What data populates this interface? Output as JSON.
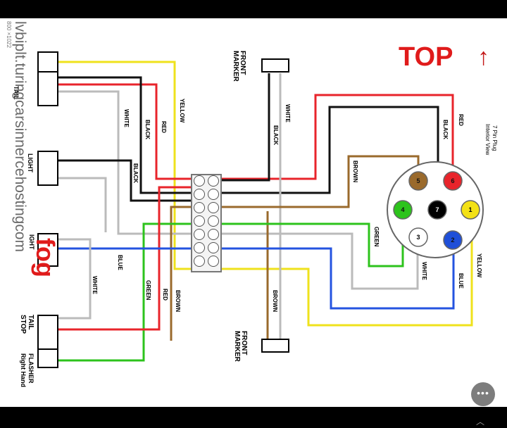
{
  "overlay": {
    "top_label": "TOP",
    "top_arrow": "↑",
    "fog_label": "fog",
    "watermark_main": "lvbiplt.turingcarsinnercehostingcom",
    "watermark_size": "800 ×1022"
  },
  "diagram": {
    "plug_title_line1": "7 Pin Plug",
    "plug_title_line2": "Interior View",
    "labels": {
      "tail": "TAIL",
      "light": "LIGHT",
      "ight": "IGHT",
      "stop": "STOP",
      "tail2": "TAIL",
      "flasher_line1": "Right Hand",
      "flasher_line2": "FLASHER",
      "front_marker_1": "FRONT",
      "front_marker_2": "MARKER",
      "front_marker_b1": "FRONT",
      "front_marker_b2": "MARKER"
    },
    "wires": {
      "white": "WHITE",
      "black": "BLACK",
      "red": "RED",
      "yellow": "YELLOW",
      "brown": "BROWN",
      "green": "GREEN",
      "blue": "BLUE"
    },
    "pins": [
      {
        "n": "6",
        "color": "#e8242b"
      },
      {
        "n": "5",
        "color": "#9a6a2c"
      },
      {
        "n": "4",
        "color": "#2dc31c"
      },
      {
        "n": "7",
        "color": "#000000"
      },
      {
        "n": "1",
        "color": "#f3e116"
      },
      {
        "n": "3",
        "color": "#ffffff"
      },
      {
        "n": "2",
        "color": "#1f4fd8"
      }
    ],
    "colors": {
      "red": "#e8242b",
      "black": "#111111",
      "white": "#bbbbbb",
      "yellow": "#efe21c",
      "brown": "#9a6a2c",
      "green": "#2dc31c",
      "blue": "#2453e0"
    }
  },
  "menu": {
    "more_glyph": "•••",
    "chevron": "︿"
  }
}
